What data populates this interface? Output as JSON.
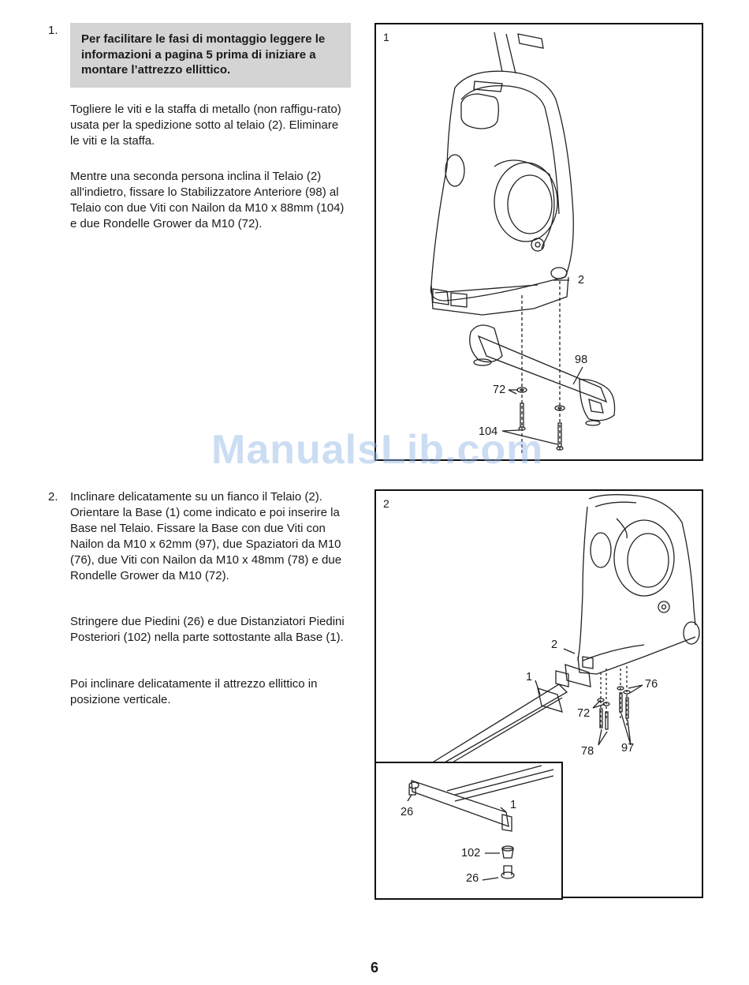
{
  "step1": {
    "number": "1.",
    "note": "Per facilitare le fasi di montaggio leggere le informazioni a pagina 5 prima di iniziare a montare l’attrezzo ellittico.",
    "para1": "Togliere le viti e la staffa di metallo (non raffigu-rato) usata per la spedizione sotto al telaio (2). Eliminare le viti e la staffa.",
    "para2": "Mentre una seconda persona inclina il Telaio (2) all'indietro, fissare lo Stabilizzatore Anteriore (98) al Telaio con due Viti con Nailon da M10 x 88mm (104) e due Rondelle Grower da M10 (72)."
  },
  "step2": {
    "number": "2.",
    "para1": "Inclinare delicatamente su un fianco il Telaio (2). Orientare la Base (1) come indicato e poi inserire la Base nel Telaio. Fissare la Base con due Viti con Nailon da M10 x 62mm (97), due Spaziatori da M10 (76), due Viti con Nailon da M10 x 48mm (78) e due Rondelle Grower da M10 (72).",
    "para2": "Stringere due Piedini (26) e due Distanziatori Piedini Posteriori (102) nella parte sottostante alla Base (1).",
    "para3": "Poi inclinare delicatamente il attrezzo ellittico in posizione verticale."
  },
  "figure1": {
    "label": "1",
    "callouts": {
      "frame": "2",
      "stabilizer": "98",
      "washer": "72",
      "bolt": "104"
    }
  },
  "figure2": {
    "label": "2",
    "callouts": {
      "frame": "2",
      "base": "1",
      "spacer": "76",
      "washer": "72",
      "bolt_short": "78",
      "bolt_long": "97"
    },
    "inset": {
      "base": "1",
      "foot_top": "26",
      "foot_spacer": "102",
      "foot_bottom": "26"
    }
  },
  "watermark": "ManualsLib.com",
  "page_number": "6"
}
